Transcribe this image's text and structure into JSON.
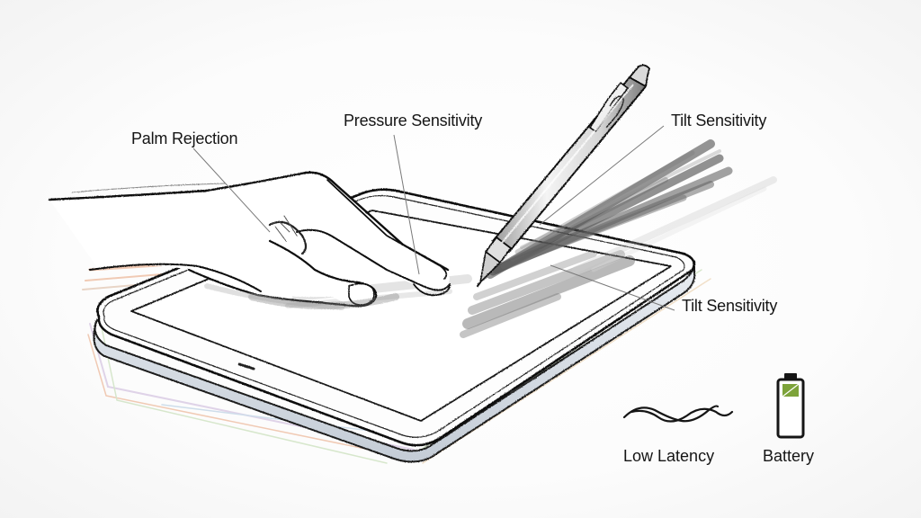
{
  "illustration": {
    "subject": "tablet-with-stylus-sketch",
    "colors": {
      "background": "#fbfbfb",
      "ink": "#151515",
      "pencil_shading": "#6e6e6e",
      "leader_line": "#7a7a7a",
      "battery_fill": "#7da33a",
      "color_streak_orange": "#e8a27a",
      "color_streak_blue": "#a9c4dc",
      "color_streak_purple": "#c9b3d9",
      "color_streak_green": "#b9d6a6"
    }
  },
  "callouts": {
    "palm_rejection": "Palm Rejection",
    "pressure_sensitivity": "Pressure Sensitivity",
    "tilt_sensitivity_top": "Tilt Sensitivity",
    "tilt_sensitivity_side": "Tilt Sensitivity"
  },
  "features": [
    {
      "label": "Low Latency",
      "icon": "wave-icon"
    },
    {
      "label": "Battery",
      "icon": "battery-icon"
    }
  ]
}
